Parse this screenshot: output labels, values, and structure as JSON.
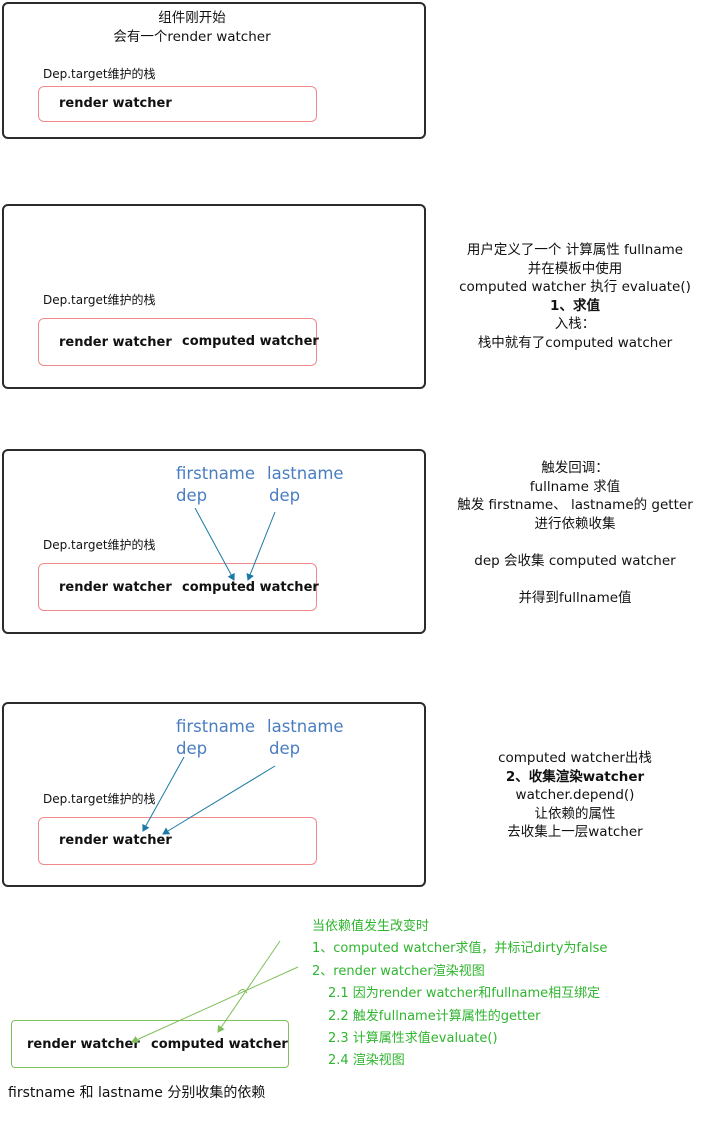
{
  "panel1": {
    "title_lines": [
      "组件刚开始",
      "会有一个render watcher"
    ],
    "stack_label": "Dep.target维护的栈",
    "stack_items": [
      "render watcher"
    ]
  },
  "panel2": {
    "stack_label": "Dep.target维护的栈",
    "stack_items": [
      "render watcher",
      "computed watcher"
    ],
    "note_lines": [
      "用户定义了一个 计算属性 fullname",
      "并在模板中使用",
      "computed watcher 执行  evaluate()",
      "1、求值",
      "入栈：",
      "栈中就有了computed watcher"
    ]
  },
  "panel3": {
    "dep1": [
      "firstname",
      "dep"
    ],
    "dep2": [
      "lastname",
      "dep"
    ],
    "stack_label": "Dep.target维护的栈",
    "stack_items": [
      "render watcher",
      "computed watcher"
    ],
    "note_lines": [
      "触发回调：",
      "fullname 求值",
      "触发 firstname、 lastname的 getter",
      "进行依赖收集",
      "",
      "dep 会收集 computed watcher",
      "",
      "并得到fullname值"
    ]
  },
  "panel4": {
    "dep1": [
      "firstname",
      "dep"
    ],
    "dep2": [
      "lastname",
      "dep"
    ],
    "stack_label": "Dep.target维护的栈",
    "stack_items": [
      "render watcher"
    ],
    "note_lines": [
      "computed watcher出栈",
      "2、收集渲染watcher",
      "watcher.depend()",
      "让依赖的属性",
      "去收集上一层watcher"
    ]
  },
  "bottom": {
    "box_items": [
      "render watcher",
      "computed watcher"
    ],
    "caption": "firstname 和 lastname 分别收集的依赖",
    "green_notes": [
      "当依赖值发生改变时",
      "1、computed watcher求值，并标记dirty为false",
      "2、render watcher渲染视图",
      "2.1  因为render watcher和fullname相互绑定",
      "2.2 触发fullname计算属性的getter",
      "2.3 计算属性求值evaluate()",
      "2.4 渲染视图"
    ]
  },
  "colors": {
    "frame": "#2b2b2b",
    "stack_border": "#f08a8a",
    "dep_text": "#4a7dc0",
    "arrow": "#1a7aa5",
    "green": "#2fb52f",
    "green_line": "#7fbf5a"
  }
}
